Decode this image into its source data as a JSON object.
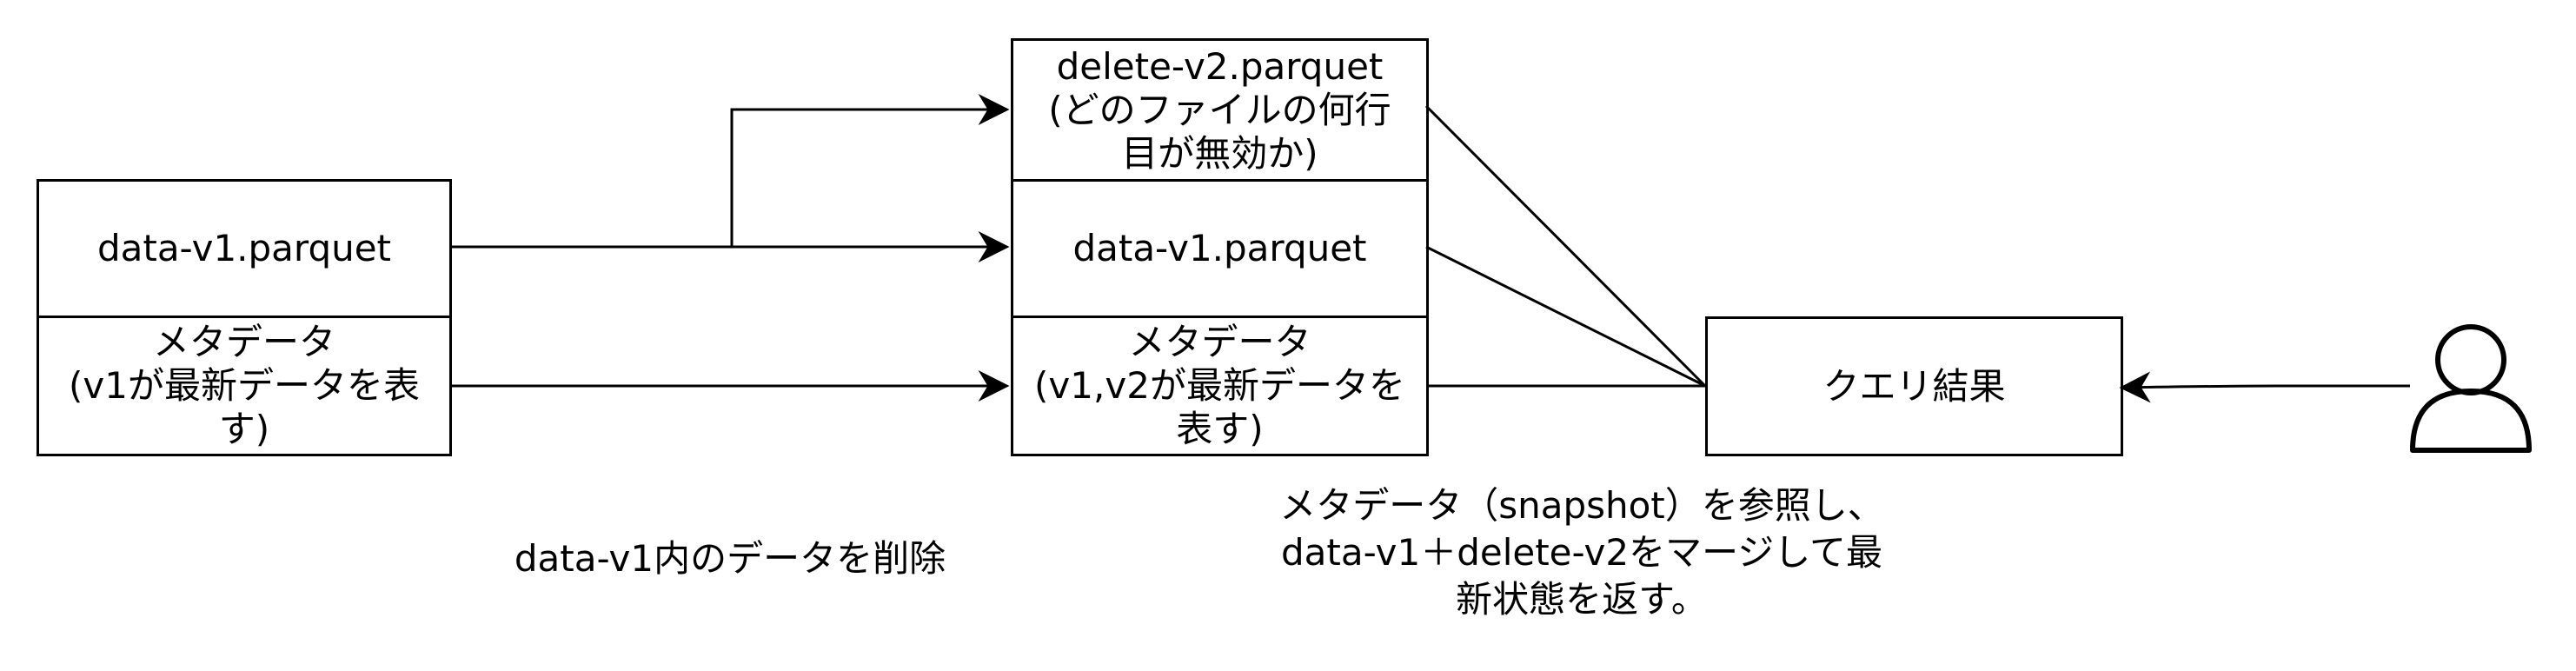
{
  "left_stack": {
    "file": "data-v1.parquet",
    "metadata": "メタデータ\n(v1が最新データを表\nす)"
  },
  "middle_stack": {
    "delete_file": "delete-v2.parquet\n(どのファイルの何行\n目が無効か)",
    "data_file": "data-v1.parquet",
    "metadata": "メタデータ\n(v1,v2が最新データを\n表す)"
  },
  "result_box": "クエリ結果",
  "caption_delete": "data-v1内のデータを削除",
  "caption_query": "メタデータ（snapshot）を参照し、\ndata-v1＋delete-v2をマージして最\n新状態を返す。",
  "user_icon": "user-icon",
  "colors": {
    "stroke": "#000000",
    "background": "#ffffff"
  }
}
